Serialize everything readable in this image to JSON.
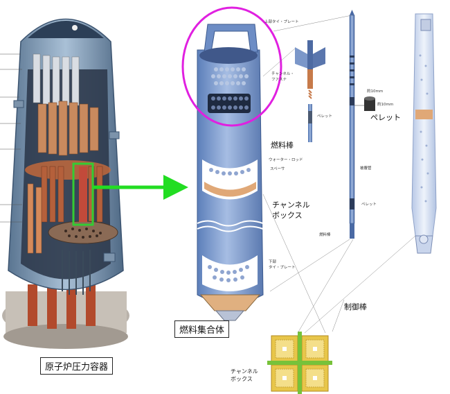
{
  "labels": {
    "rpv": "原子炉圧力容器",
    "assembly": "燃料集合体",
    "fuel_rod": "燃料棒",
    "channel_box_line1": "チャンネル",
    "channel_box_line2": "ボックス",
    "pellet": "ペレット",
    "control_rod": "制御棒",
    "bottom_channel_line1": "チャンネル",
    "bottom_channel_line2": "ボックス"
  },
  "small_labels": {
    "upper_tie_plate": "上部タイ・プレート",
    "channel_fastener_1": "チャンネル・",
    "channel_fastener_2": "ファスナ",
    "pellet_small": "ペレット",
    "water_rod": "ウォーター・ロッド",
    "spacer": "スペーサ",
    "lower_tie_plate_1": "下部",
    "lower_tie_plate_2": "タイ・プレート",
    "cladding": "被覆管",
    "pellet_small_2": "ペレット",
    "fuel_rod_small": "燃料棒",
    "dim_1": "約10mm",
    "dim_2": "約10mm"
  },
  "colors": {
    "highlight_magenta": "#e020e0",
    "arrow_green": "#22dd22",
    "zoom_box_green": "#33cc33",
    "channel_blue": "#7f9fd0",
    "rod_copper": "#c87a4a",
    "vessel_steel": "#8aa4bf",
    "fuel_yellow": "#e8c64a"
  }
}
